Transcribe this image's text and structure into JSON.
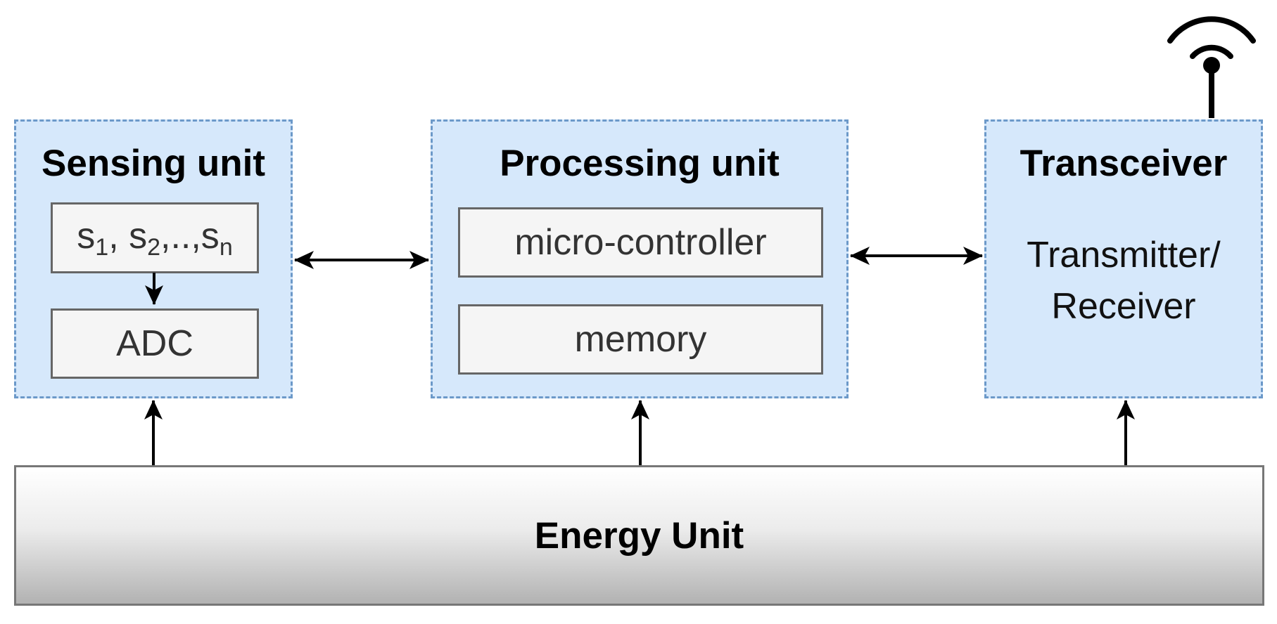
{
  "sensing_unit": {
    "title": "Sensing unit",
    "sensors_prefix_1": "s",
    "sensors_sub_1": "1",
    "sensors_sep_1": ", s",
    "sensors_sub_2": "2",
    "sensors_sep_2": ",..,s",
    "sensors_sub_n": "n",
    "adc_label": "ADC"
  },
  "processing_unit": {
    "title": "Processing unit",
    "microcontroller_label": "micro-controller",
    "memory_label": "memory"
  },
  "transceiver": {
    "title": "Transceiver",
    "body_line_1": "Transmitter/",
    "body_line_2": "Receiver"
  },
  "energy_unit": {
    "title": "Energy Unit"
  },
  "icons": {
    "antenna": "wireless-antenna-icon"
  },
  "colors": {
    "unit_fill": "#d6e8fb",
    "unit_border": "#6c99c9",
    "inner_fill": "#f5f5f5",
    "inner_border": "#666666",
    "arrow": "#000000"
  }
}
